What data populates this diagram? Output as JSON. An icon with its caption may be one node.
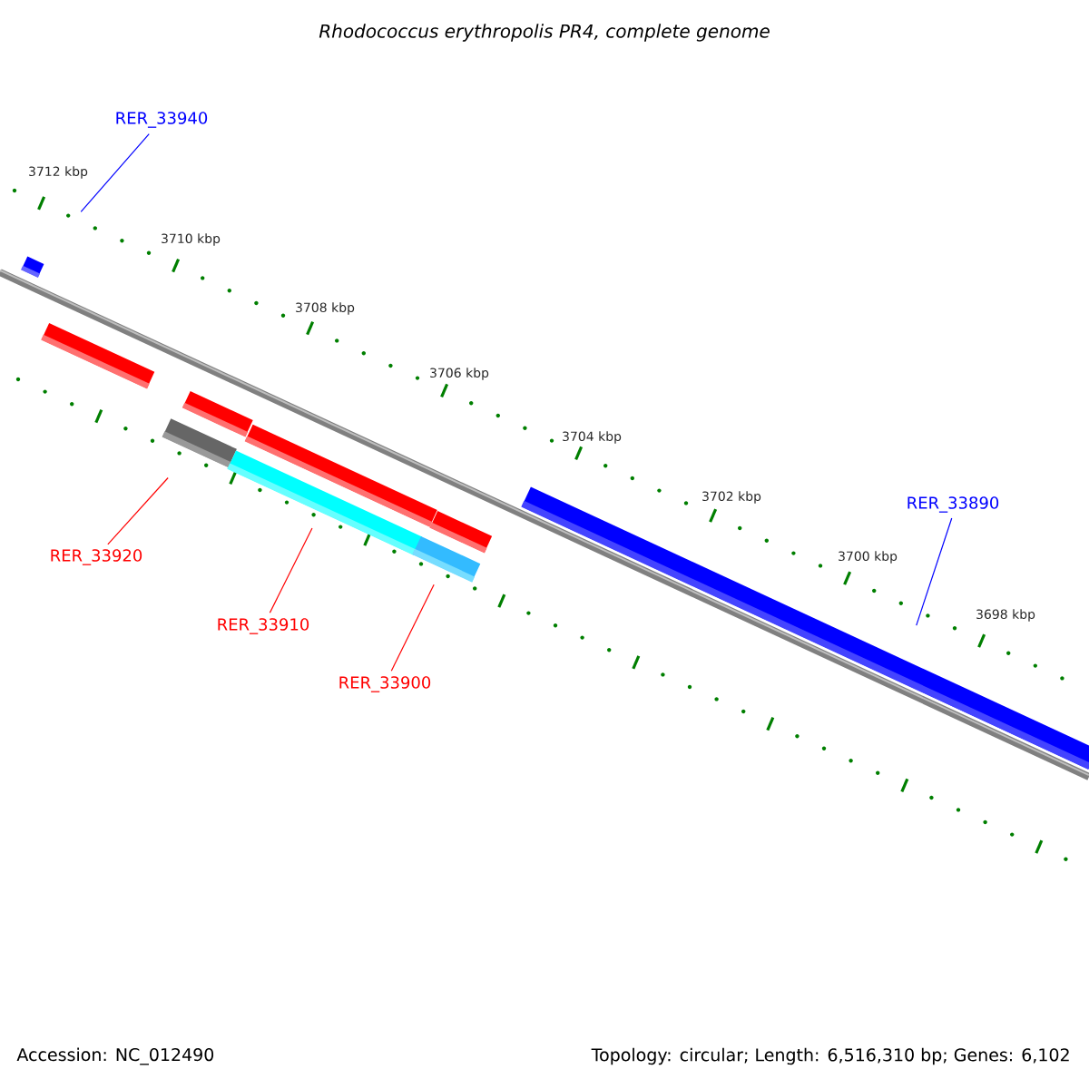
{
  "diagram": {
    "title": "Rhodococcus erythropolis PR4, complete genome",
    "nodes": [
      {
        "text": [
          "RER_33940"
        ]
      },
      {
        "text": [],
        "shape": "bar"
      },
      {
        "text": [],
        "shape": "bar"
      },
      {
        "text": [],
        "shape": "bar"
      },
      {
        "text": [],
        "shape": "bar"
      },
      {
        "text": [],
        "shape": "bar"
      },
      {
        "text": [],
        "shape": "bar"
      },
      {
        "text": [],
        "shape": "bar"
      },
      {
        "text": [],
        "shape": "bar"
      },
      {
        "text": [],
        "shape": "bar"
      },
      {
        "text": [
          "RER_33920"
        ]
      },
      {
        "text": [
          "RER_33910"
        ]
      },
      {
        "text": [
          "RER_33900"
        ]
      },
      {
        "text": [
          "RER_33890"
        ]
      }
    ],
    "edges": [
      {
        "from": 0,
        "to": 1,
        "arrow": "none",
        "color": "#0000ff"
      },
      {
        "from": 10,
        "to": 4,
        "arrow": "none"
      },
      {
        "from": 11,
        "to": 6,
        "arrow": "none"
      },
      {
        "from": 12,
        "to": 8,
        "arrow": "none"
      },
      {
        "from": 13,
        "to": 9,
        "arrow": "none",
        "color": "#0000ff"
      }
    ],
    "labels": [
      "3712 kbp",
      "3710 kbp",
      "3708 kbp",
      "3706 kbp",
      "3704 kbp",
      "3702 kbp",
      "3700 kbp",
      "3698 kbp",
      "Accession: NC_012490",
      "Topology: circular; Length: 6,516,310 bp; Genes: 6,102"
    ]
  }
}
